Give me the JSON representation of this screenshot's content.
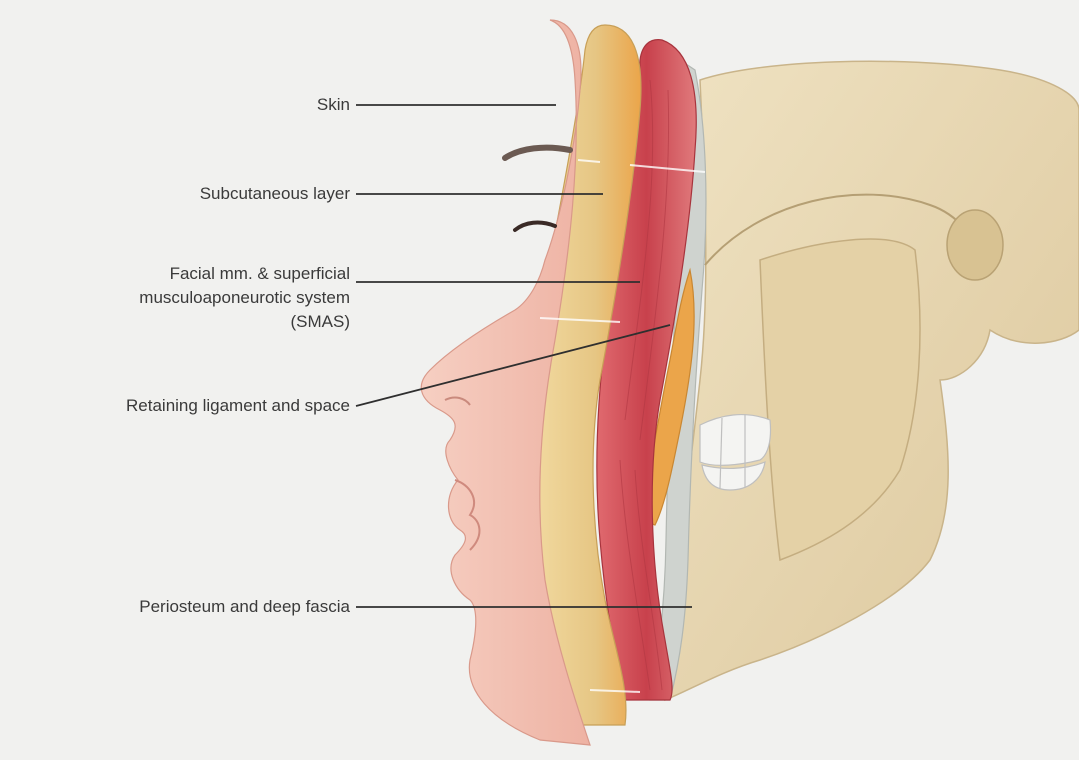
{
  "labels": {
    "skin": "Skin",
    "subcutaneous": "Subcutaneous layer",
    "facial_line1": "Facial mm. & superficial",
    "facial_line2": "musculoaponeurotic system",
    "facial_line3": "(SMAS)",
    "retaining": "Retaining ligament and space",
    "periosteum": "Periosteum and deep fascia"
  },
  "colors": {
    "background": "#f1f1ef",
    "skin": "#f2c3b5",
    "subcutaneous": "#e9c98a",
    "fat_orange": "#eba54a",
    "muscle": "#d7565e",
    "fascia": "#c9cdc9",
    "bone": "#e9d9b4",
    "leader_line": "#2f2f2f"
  }
}
